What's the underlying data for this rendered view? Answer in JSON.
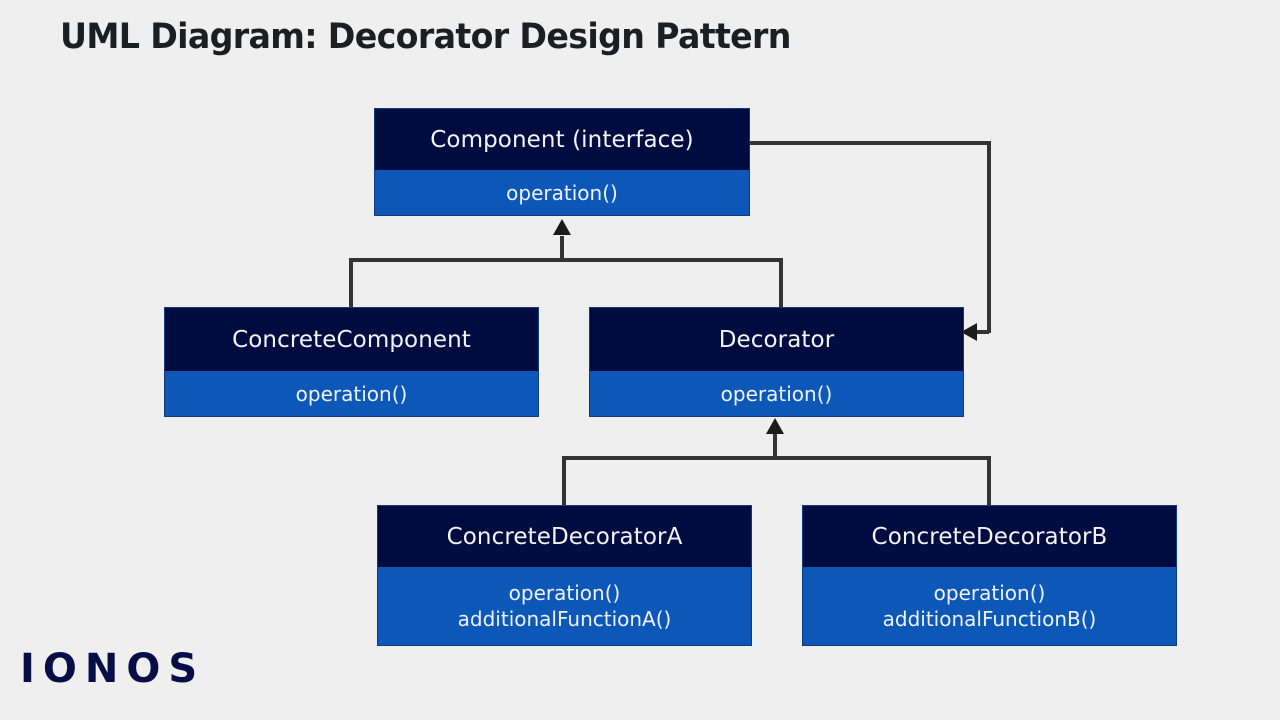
{
  "page": {
    "title": "UML Diagram: Decorator Design Pattern",
    "background_color": "#efefef",
    "title_color": "#1d1e20"
  },
  "brand": {
    "name": "IONOS",
    "color": "#060e45"
  },
  "theme": {
    "class_header_color": "#000b40",
    "class_body_color": "#0d57b8",
    "class_border_color": "#0f3b7a",
    "connector_color": "#333333",
    "arrow_color": "#1b1b1b",
    "class_text_color": "#f2f4f8"
  },
  "diagram": {
    "type": "uml-class-diagram",
    "classes": [
      {
        "id": "component",
        "name": "Component (interface)",
        "members": [
          "operation()"
        ]
      },
      {
        "id": "concretecomponent",
        "name": "ConcreteComponent",
        "members": [
          "operation()"
        ]
      },
      {
        "id": "decorator",
        "name": "Decorator",
        "members": [
          "operation()"
        ]
      },
      {
        "id": "concretedecoratora",
        "name": "ConcreteDecoratorA",
        "members": [
          "operation()",
          "additionalFunctionA()"
        ]
      },
      {
        "id": "concretedecoratorb",
        "name": "ConcreteDecoratorB",
        "members": [
          "operation()",
          "additionalFunctionB()"
        ]
      }
    ],
    "relations": [
      {
        "from": "ConcreteComponent",
        "to": "Component (interface)",
        "kind": "generalization"
      },
      {
        "from": "Decorator",
        "to": "Component (interface)",
        "kind": "generalization"
      },
      {
        "from": "ConcreteDecoratorA",
        "to": "Decorator",
        "kind": "generalization"
      },
      {
        "from": "ConcreteDecoratorB",
        "to": "Decorator",
        "kind": "generalization"
      },
      {
        "from": "Component (interface)",
        "to": "Decorator",
        "kind": "association"
      }
    ]
  }
}
